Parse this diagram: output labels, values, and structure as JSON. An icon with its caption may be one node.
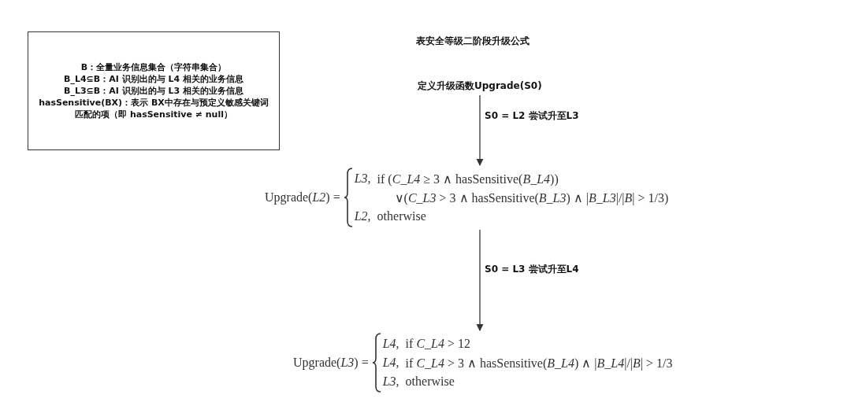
{
  "diagram": {
    "title": "表安全等级二阶段升级公式",
    "nodes": [
      {
        "text": [
          "B：全量业务信息集合（字符串集合）",
          "B_L4⊆B：AI 识别出的与 L4 相关的业务信息",
          "B_L3⊆B：AI 识别出的与 L3 相关的业务信息",
          "hasSensitive(BX)：表示 BX中存在与预定义敏感关键词匹配的项（即 hasSensitive ≠ null）"
        ]
      },
      {
        "text": [
          "定义升级函数Upgrade(S0)"
        ]
      },
      {
        "text": [
          "Upgrade(*L2*) =",
          "*L3*,",
          "if (*C_L4* ≥ 3 ∧ hasSensitive(*B_L4*))",
          "∨(*C_L3* > 3 ∧ hasSensitive(*B_L3*) ∧ |*B_L3*|/|*B*| > 1/3)",
          "*L2*,",
          "otherwise"
        ]
      },
      {
        "text": [
          "Upgrade(*L3*) =",
          "*L4*,",
          "if *C_L4* > 12",
          "*L4*,",
          "if *C_L4* > 3 ∧ hasSensitive(*B_L4*) ∧ |*B_L4*|/|*B*| > 1/3",
          "*L3*,",
          "otherwise"
        ]
      }
    ],
    "edges": [
      {
        "from": 1,
        "to": 2,
        "arrow": "to",
        "label": "S0 = L2 尝试升至L3"
      },
      {
        "from": 2,
        "to": 3,
        "arrow": "to",
        "label": "S0 = L3 尝试升至L4"
      }
    ]
  }
}
